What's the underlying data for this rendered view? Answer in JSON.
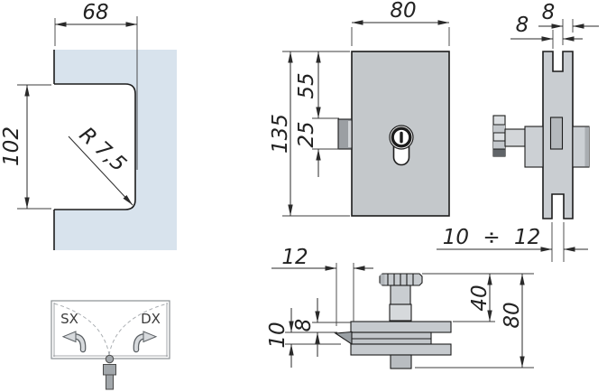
{
  "dimensions": {
    "glass": {
      "width": "68",
      "height": "102",
      "corner_radius": "R 7,5"
    },
    "front": {
      "width": "80",
      "height": "135",
      "top_to_latch": "55",
      "latch_height": "25"
    },
    "side": {
      "slot_width": "8",
      "wall_thickness": "8",
      "glass_thickness_range": "10 ÷ 12"
    },
    "top": {
      "tip_offset": "12",
      "top_plate_thickness": "8",
      "gap_plate_thickness": "10",
      "knob_to_plate": "40",
      "overall_depth": "80"
    }
  },
  "handing": {
    "left_label": "SX",
    "right_label": "DX"
  },
  "colors": {
    "glass_fill": "#d8e3ed",
    "metal_fill": "#c4c8cb",
    "metal_mid": "#c9cdd1",
    "metal_dark": "#9b9fa3",
    "outline": "#1c1c1c",
    "dim_line": "#2a2a2a"
  }
}
